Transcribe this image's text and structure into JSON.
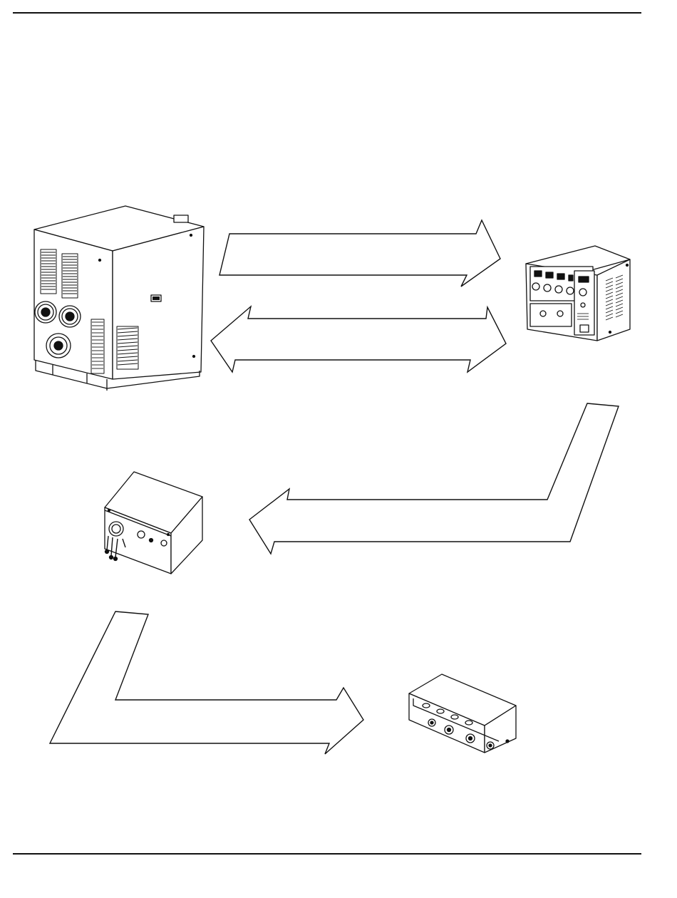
{
  "page": {
    "background": "#ffffff",
    "ink": "#111111"
  },
  "components": [
    {
      "id": "power-supply",
      "icon": "power-supply-unit-icon"
    },
    {
      "id": "gas-control-console",
      "icon": "control-console-icon"
    },
    {
      "id": "valve-module",
      "icon": "valve-module-icon"
    },
    {
      "id": "manifold",
      "icon": "manifold-block-icon"
    }
  ],
  "connections": [
    {
      "from": "power-supply",
      "to": "gas-control-console",
      "direction": "one-way"
    },
    {
      "from": "power-supply",
      "to": "gas-control-console",
      "direction": "two-way"
    },
    {
      "from": "gas-control-console",
      "to": "valve-module",
      "direction": "one-way"
    },
    {
      "from": "valve-module",
      "to": "manifold",
      "direction": "one-way"
    }
  ]
}
